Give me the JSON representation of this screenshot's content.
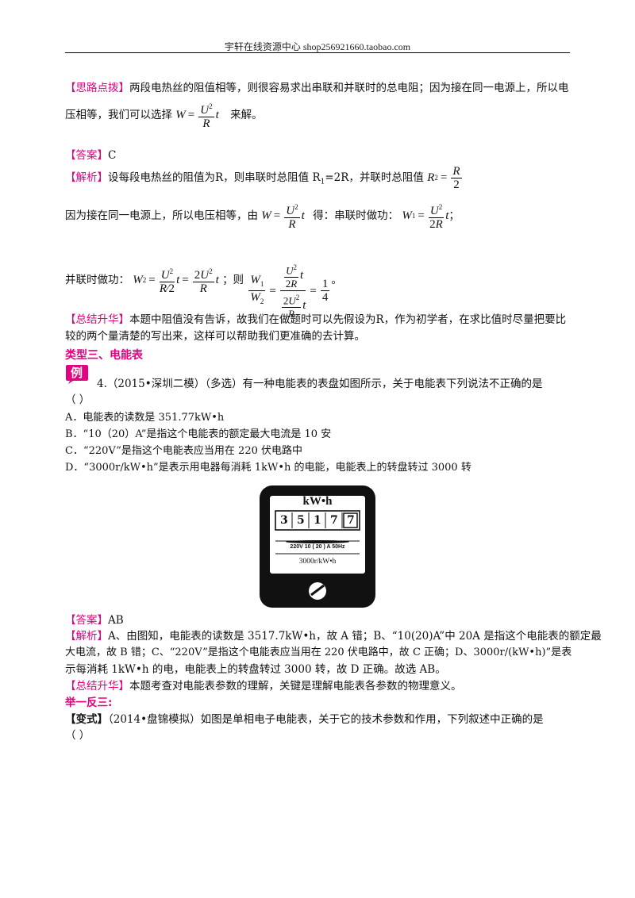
{
  "header": {
    "text": "宇轩在线资源中心   shop256921660.taobao.com"
  },
  "block1": {
    "tag": "【思路点拨】",
    "line1": "两段电热丝的阻值相等，则很容易求出串联和并联时的总电阻；因为接在同一电源上，所以电",
    "line2_pre": "压相等，我们可以选择",
    "line2_post": "来解。"
  },
  "answer1": {
    "tag": "【答案】",
    "value": "C"
  },
  "analysis1": {
    "tag": "【解析】",
    "line1_pre": "设每段电热丝的阻值为R，则串联时总阻值 R",
    "line1_mid": "=2R，并联时总阻值",
    "line2_pre": "因为接在同一电源上，所以电压相等，由",
    "line2_mid": "得：串联时做功：",
    "line3_pre": "并联时做功：",
    "line3_mid": "；则",
    "line3_post": "。"
  },
  "summary1": {
    "tag": "【总结升华】",
    "line1": "本题中阻值没有告诉，故我们在做题时可以先假设为R，作为初学者，在求比值时尽量把要比",
    "line2": "较的两个量清楚的写出来，这样可以帮助我们更准确的去计算。"
  },
  "section": {
    "title": "类型三、电能表",
    "badge": "例"
  },
  "question": {
    "stem1": "4.（2015•深圳二模）（多选）有一种电能表的表盘如图所示，关于电能表下列说法不正确的是",
    "stem2": "（    ）",
    "options": [
      "A．电能表的读数是 351.77kW•h",
      "B．“10（20）A”是指这个电能表的额定最大电流是 10 安",
      "C．“220V”是指这个电能表应当用在 220 伏电路中",
      "D．“3000r/kW•h”是表示用电器每消耗 1kW•h 的电能，电能表上的转盘转过 3000 转"
    ]
  },
  "meter": {
    "unit": "kW•h",
    "digits": [
      "3",
      "5",
      "1",
      "7",
      "7"
    ],
    "spec": "220V 10 ( 20 ) A 50Hz",
    "rate": "3000r/kW•h"
  },
  "answer2": {
    "tag": "【答案】",
    "value": "AB"
  },
  "analysis2": {
    "tag": "【解析】",
    "line1": "A、由图知，电能表的读数是 3517.7kW•h，故 A 错；B、“10(20)A”中 20A 是指这个电能表的额定最",
    "line2": "大电流，故 B 错；C、“220V”是指这个电能表应当用在 220 伏电路中，故 C 正确；D、3000r/(kW•h)”是表",
    "line3": "示每消耗 1kW•h 的电，电能表上的转盘转过 3000 转，故 D 正确。故选 AB。"
  },
  "summary2": {
    "tag": "【总结升华】",
    "text": "本题考查对电能表参数的理解，关键是理解电能表各参数的物理意义。"
  },
  "practice": {
    "title": "举一反三:"
  },
  "variant": {
    "tag": "【变式】",
    "line1": "（2014•盘锦模拟）如图是单相电子电能表，关于它的技术参数和作用，下列叙述中正确的是",
    "line2": "（     ）"
  }
}
